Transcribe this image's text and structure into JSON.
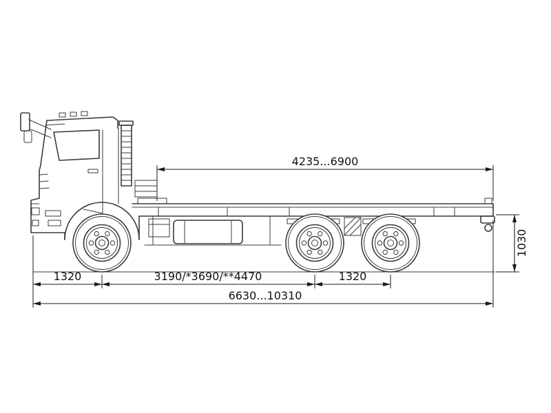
{
  "drawing": {
    "subject": "truck-chassis-side-view-dimension-drawing",
    "background": "#ffffff",
    "truck_line_color": "#3a3a3a",
    "dimension_line_color": "#1a1a1a",
    "text_color": "#111111"
  },
  "dimensions": {
    "top_span": "4235...6900",
    "frame_height": "1030",
    "front_overhang": "1320",
    "wheelbase": "3190/*3690/**4470",
    "rear_axle_spacing": "1320",
    "overall_length": "6630...10310"
  }
}
